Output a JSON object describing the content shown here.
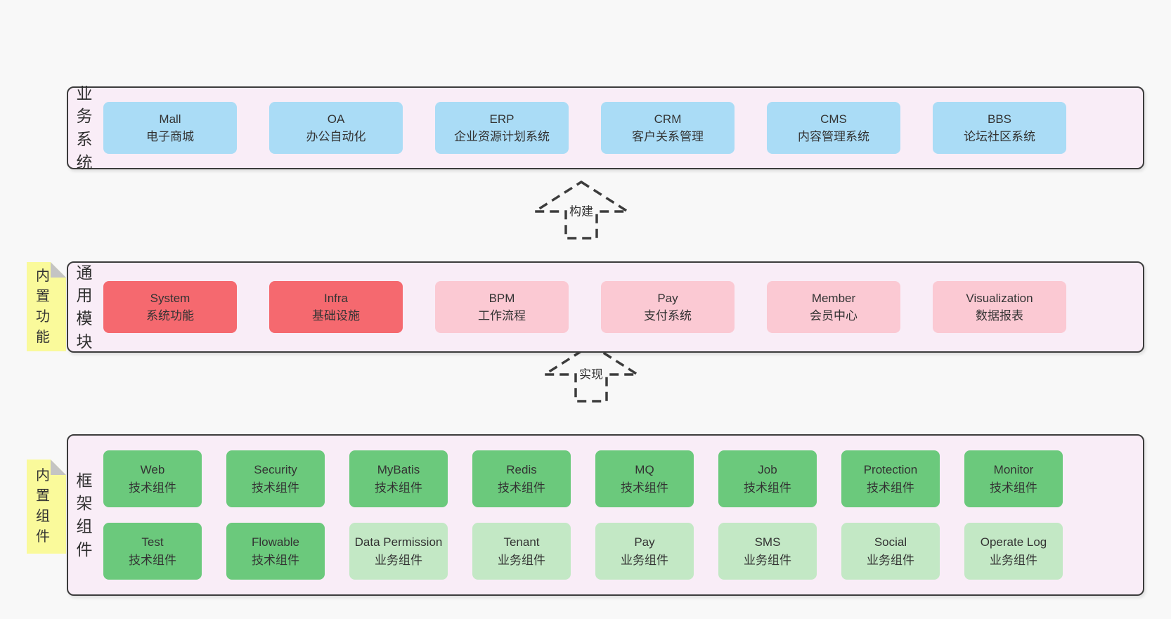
{
  "page": {
    "background": "#f8f8f8"
  },
  "colors": {
    "section_bg": "#f9edf7",
    "section_border": "#3c3c3c",
    "blue_box": "#aadcf6",
    "red_box": "#f5696f",
    "pink_box": "#fbc9d3",
    "green_box": "#6bc97c",
    "light_green_box": "#c3e8c5",
    "note_yellow": "#fafa9b",
    "note_fold_gray": "#c4c4c4",
    "text": "#333333"
  },
  "arrows": {
    "build": "构建",
    "implement": "实现"
  },
  "sections": {
    "business": {
      "label": "业务系统",
      "items": [
        {
          "en": "Mall",
          "zh": "电子商城"
        },
        {
          "en": "OA",
          "zh": "办公自动化"
        },
        {
          "en": "ERP",
          "zh": "企业资源计划系统"
        },
        {
          "en": "CRM",
          "zh": "客户关系管理"
        },
        {
          "en": "CMS",
          "zh": "内容管理系统"
        },
        {
          "en": "BBS",
          "zh": "论坛社区系统"
        }
      ]
    },
    "modules": {
      "label": "通用模块",
      "note": "内置功能",
      "items": [
        {
          "en": "System",
          "zh": "系统功能"
        },
        {
          "en": "Infra",
          "zh": "基础设施"
        },
        {
          "en": "BPM",
          "zh": "工作流程"
        },
        {
          "en": "Pay",
          "zh": "支付系统"
        },
        {
          "en": "Member",
          "zh": "会员中心"
        },
        {
          "en": "Visualization",
          "zh": "数据报表"
        }
      ]
    },
    "framework": {
      "label": "框架组件",
      "note": "内置组件",
      "row1": [
        {
          "en": "Web",
          "zh": "技术组件"
        },
        {
          "en": "Security",
          "zh": "技术组件"
        },
        {
          "en": "MyBatis",
          "zh": "技术组件"
        },
        {
          "en": "Redis",
          "zh": "技术组件"
        },
        {
          "en": "MQ",
          "zh": "技术组件"
        },
        {
          "en": "Job",
          "zh": "技术组件"
        },
        {
          "en": "Protection",
          "zh": "技术组件"
        },
        {
          "en": "Monitor",
          "zh": "技术组件"
        }
      ],
      "row2": [
        {
          "en": "Test",
          "zh": "技术组件"
        },
        {
          "en": "Flowable",
          "zh": "技术组件"
        },
        {
          "en": "Data Permission",
          "zh": "业务组件"
        },
        {
          "en": "Tenant",
          "zh": "业务组件"
        },
        {
          "en": "Pay",
          "zh": "业务组件"
        },
        {
          "en": "SMS",
          "zh": "业务组件"
        },
        {
          "en": "Social",
          "zh": "业务组件"
        },
        {
          "en": "Operate Log",
          "zh": "业务组件"
        }
      ]
    }
  }
}
